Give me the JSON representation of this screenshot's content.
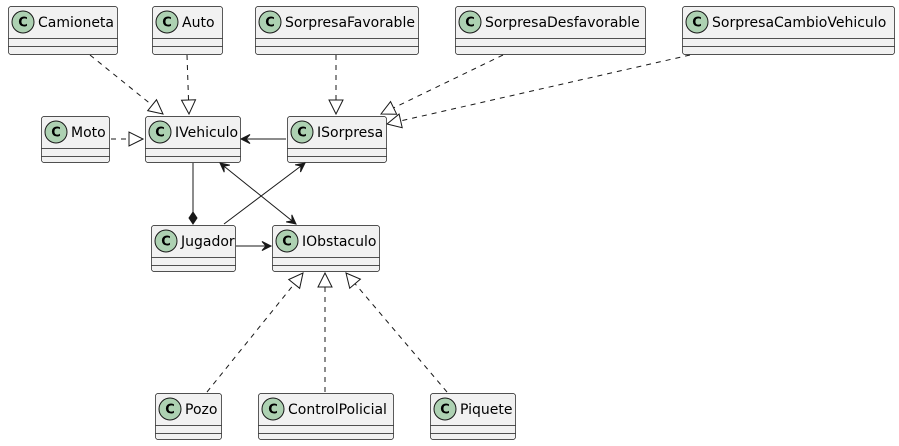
{
  "diagram": {
    "classes": [
      {
        "id": "camioneta",
        "label": "Camioneta",
        "badge": "C"
      },
      {
        "id": "auto",
        "label": "Auto",
        "badge": "C"
      },
      {
        "id": "sorpresafavorable",
        "label": "SorpresaFavorable",
        "badge": "C"
      },
      {
        "id": "sorpresadesfavorable",
        "label": "SorpresaDesfavorable",
        "badge": "C"
      },
      {
        "id": "sorpresacambiovehiculo",
        "label": "SorpresaCambioVehiculo",
        "badge": "C"
      },
      {
        "id": "moto",
        "label": "Moto",
        "badge": "C"
      },
      {
        "id": "ivehiculo",
        "label": "IVehiculo",
        "badge": "C"
      },
      {
        "id": "isorpresa",
        "label": "ISorpresa",
        "badge": "C"
      },
      {
        "id": "jugador",
        "label": "Jugador",
        "badge": "C"
      },
      {
        "id": "iobstaculo",
        "label": "IObstaculo",
        "badge": "C"
      },
      {
        "id": "pozo",
        "label": "Pozo",
        "badge": "C"
      },
      {
        "id": "controlpolicial",
        "label": "ControlPolicial",
        "badge": "C"
      },
      {
        "id": "piquete",
        "label": "Piquete",
        "badge": "C"
      }
    ],
    "relations": [
      {
        "id": "camioneta-realizes-ivehiculo",
        "from": "camioneta",
        "to": "ivehiculo",
        "kind": "realization"
      },
      {
        "id": "auto-realizes-ivehiculo",
        "from": "auto",
        "to": "ivehiculo",
        "kind": "realization"
      },
      {
        "id": "moto-realizes-ivehiculo",
        "from": "moto",
        "to": "ivehiculo",
        "kind": "realization"
      },
      {
        "id": "sorpresafavorable-realizes-isorpresa",
        "from": "sorpresafavorable",
        "to": "isorpresa",
        "kind": "realization"
      },
      {
        "id": "sorpresadesfavorable-realizes-isorpresa",
        "from": "sorpresadesfavorable",
        "to": "isorpresa",
        "kind": "realization"
      },
      {
        "id": "sorpresacambiovehiculo-realizes-isorpresa",
        "from": "sorpresacambiovehiculo",
        "to": "isorpresa",
        "kind": "realization"
      },
      {
        "id": "isorpresa-to-ivehiculo",
        "from": "isorpresa",
        "to": "ivehiculo",
        "kind": "association"
      },
      {
        "id": "ivehiculo-composes-jugador",
        "from": "ivehiculo",
        "to": "jugador",
        "kind": "composition"
      },
      {
        "id": "jugador-to-isorpresa",
        "from": "jugador",
        "to": "isorpresa",
        "kind": "association"
      },
      {
        "id": "ivehiculo-iobstaculo",
        "from": "ivehiculo",
        "to": "iobstaculo",
        "kind": "bidirectional"
      },
      {
        "id": "jugador-to-iobstaculo",
        "from": "jugador",
        "to": "iobstaculo",
        "kind": "association"
      },
      {
        "id": "pozo-realizes-iobstaculo",
        "from": "pozo",
        "to": "iobstaculo",
        "kind": "realization"
      },
      {
        "id": "controlpolicial-realizes-iobstaculo",
        "from": "controlpolicial",
        "to": "iobstaculo",
        "kind": "realization"
      },
      {
        "id": "piquete-realizes-iobstaculo",
        "from": "piquete",
        "to": "iobstaculo",
        "kind": "realization"
      }
    ],
    "colors": {
      "class_fill": "#f1f1f1",
      "class_border": "#181818",
      "badge_fill": "#add1b2",
      "line": "#181818",
      "background": "#ffffff"
    }
  }
}
